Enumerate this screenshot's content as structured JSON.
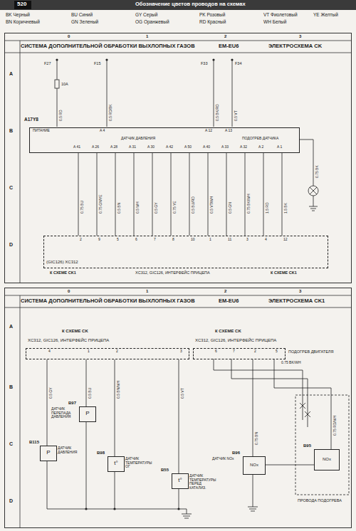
{
  "diagram": {
    "title": "Обозначение цветов проводов на схемах",
    "nodes": [
      {
        "text": [
          "СИСТЕМА ДОПОЛНИТЕЛЬНОЙ ОБРАБОТКИ ВЫХЛОПНЫХ ГАЗОВ",
          "EM-EU6",
          "ЭЛЕКТРОСХЕМА CK"
        ]
      },
      {
        "text": [
          "A17Y8"
        ],
        "in": 0
      },
      {
        "text": [
          "(GIC126) XC312"
        ],
        "in": 0
      },
      {
        "text": [
          "СИСТЕМА ДОПОЛНИТЕЛЬНОЙ ОБРАБОТКИ ВЫХЛОПНЫХ ГАЗОВ",
          "EM-EU6",
          "ЭЛЕКТРОСХЕМА CK1"
        ]
      },
      {
        "text": [
          "К СХЕМЕ CK",
          "XC312, GIC126, ИНТЕРФЕЙС ПРИЦЕПА"
        ],
        "in": 3
      },
      {
        "text": [
          "К СХЕМЕ CK",
          "XC312, GIC126, ИНТЕРФЕЙС ПРИЦЕПА"
        ],
        "in": 3
      },
      {
        "text": [
          "B97",
          "P",
          "ДАТЧИК ПЕРЕПАДА ДАВЛЕНИЯ"
        ],
        "in": 3
      },
      {
        "text": [
          "B115",
          "P",
          "ДАТЧИК ДАВЛЕНИЯ"
        ],
        "in": 3
      },
      {
        "text": [
          "B98",
          "t°",
          "ДАТЧИК ТЕМПЕРАТУРЫ ОГ"
        ],
        "in": 3
      },
      {
        "text": [
          "B55",
          "t°",
          "ДАТЧИК ТЕМПЕРАТУРЫ ПЕРЕД КАТАЛИЗ."
        ],
        "in": 3
      },
      {
        "text": [
          "B96",
          "NOx",
          "ДАТЧИК NOx"
        ],
        "in": 3
      },
      {
        "text": [
          "B95",
          "NOx"
        ],
        "in": 3
      }
    ],
    "edges": [
      {
        "from": 1,
        "to": 2,
        "arrow": "none"
      },
      {
        "from": 1,
        "to": 2,
        "arrow": "none"
      },
      {
        "from": 1,
        "to": 2,
        "arrow": "none"
      },
      {
        "from": 1,
        "to": 2,
        "arrow": "none"
      },
      {
        "from": 1,
        "to": 2,
        "arrow": "none"
      },
      {
        "from": 1,
        "to": 2,
        "arrow": "none"
      },
      {
        "from": 1,
        "to": 2,
        "arrow": "none"
      },
      {
        "from": 1,
        "to": 2,
        "arrow": "none"
      },
      {
        "from": 1,
        "to": 2,
        "arrow": "none"
      },
      {
        "from": 1,
        "to": 2,
        "arrow": "none"
      },
      {
        "from": 1,
        "to": 2,
        "arrow": "none"
      },
      {
        "from": 1,
        "to": 2,
        "arrow": "none"
      },
      {
        "from": 4,
        "to": 7,
        "arrow": "none"
      },
      {
        "from": 4,
        "to": 6,
        "arrow": "none"
      },
      {
        "from": 4,
        "to": 8,
        "arrow": "none"
      },
      {
        "from": 4,
        "to": 9,
        "arrow": "none"
      },
      {
        "from": 5,
        "to": 10,
        "arrow": "none"
      },
      {
        "from": 5,
        "to": 11,
        "arrow": "none"
      },
      {
        "from": 10,
        "to": 11,
        "arrow": "none"
      }
    ],
    "labels": [
      "520",
      "BK Черный",
      "BN Коричневый",
      "BU Синий",
      "GN Зеленый",
      "GY Серый",
      "OG Оранжевый",
      "PK Розовый",
      "RD Красный",
      "VT Фиолетовый",
      "WH Белый",
      "YE Желтый",
      "0",
      "1",
      "2",
      "3",
      "A",
      "B",
      "C",
      "D",
      "F27",
      "10A",
      "F15",
      "F33",
      "F34",
      "0.5 RD",
      "0.5 RD/BK",
      "0.5 BK/RD",
      "0.5 VT",
      "A 41",
      "A 26",
      "A 28",
      "A 31",
      "A 30",
      "A 42",
      "A 50",
      "A 40",
      "A 33",
      "A 32",
      "A 2",
      "A 1",
      "A 4",
      "A 12",
      "A 13",
      "ПИТАНИЕ",
      "ДАТЧИК ДАВЛЕНИЯ",
      "ПОДОГРЕВ ДАТЧИКА",
      "0.75 BU",
      "0.75 GN/YE",
      "0.5 BN",
      "0.5 WH",
      "0.5 GY",
      "0.75 YE",
      "0.5 BU/RD",
      "0.5 VT/WH",
      "0.5 GN",
      "0.75 BK/WH",
      "1.5 RD",
      "1.5 BK",
      "2",
      "9",
      "5",
      "6",
      "7",
      "8",
      "10",
      "1",
      "11",
      "3",
      "4",
      "12",
      "К СХЕМЕ CK1",
      "XC312, GIC126, ИНТЕРФЕЙС ПРИЦЕПА",
      "К СХЕМЕ CK1",
      "0.75 BK",
      "0",
      "1",
      "2",
      "3",
      "A",
      "B",
      "C",
      "D",
      "4",
      "1",
      "2",
      "3",
      "6",
      "7",
      "2",
      "5",
      "ПОДОГРЕВ ДВИГАТЕЛЯ",
      "0.5 GY",
      "0.5 BU",
      "0.5 BN/WH",
      "0.5 VT",
      "0.75 BN",
      "0.75 RD/WH",
      "0.75 BK/WH",
      "ПРОВОДА ПОДОГРЕВА"
    ]
  }
}
